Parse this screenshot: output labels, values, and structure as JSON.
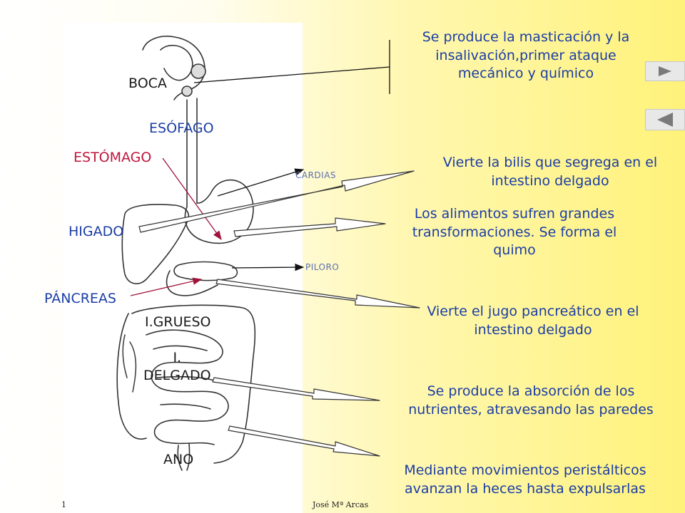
{
  "organs": {
    "boca": "BOCA",
    "esofago": "ESÓFAGO",
    "estomago": "ESTÓMAGO",
    "higado": "HIGADO",
    "pancreas": "PÁNCREAS",
    "grueso": "I.GRUESO",
    "delgado": "I.\nDELGADO",
    "ano": "ANO"
  },
  "markers": {
    "cardias": "CARDIAS",
    "piloro": "PILORO"
  },
  "descriptions": {
    "boca": "Se produce la masticación y la insalivación,primer ataque mecánico y químico",
    "higado": "Vierte la bilis que segrega en el intestino delgado",
    "estomago": "Los alimentos sufren grandes transformaciones. Se forma el quimo",
    "pancreas": "Vierte el jugo pancreático en el intestino delgado",
    "delgado": "Se produce la absorción de los nutrientes, atravesando las paredes",
    "grueso": "Mediante movimientos peristálticos avanzan la heces hasta expulsarlas"
  },
  "footer": {
    "page": "1",
    "author": "José Mª Arcas"
  },
  "nav": {
    "next_icon": "play-right-icon",
    "prev_icon": "play-left-icon"
  },
  "colors": {
    "label_dark": "#1a1a1a",
    "label_blue": "#1a3da5",
    "label_red": "#c0143c",
    "pointer_red": "#a0143c"
  }
}
